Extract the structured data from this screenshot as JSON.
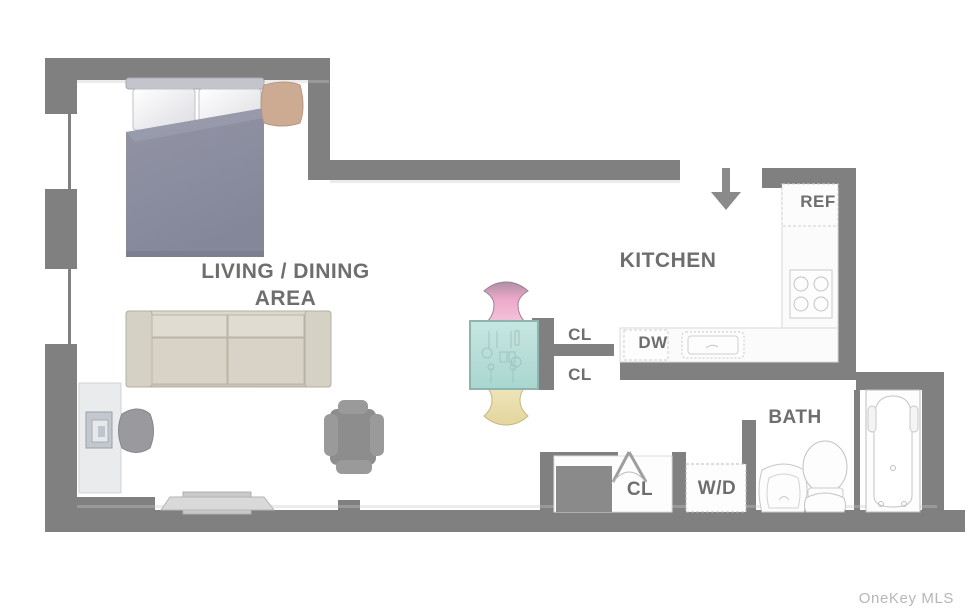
{
  "document": {
    "type": "real-estate-floor-plan",
    "watermark": "OneKey MLS"
  },
  "colors": {
    "wall": "#808080",
    "wall_light": "#9a9a9a",
    "background": "#ffffff",
    "label_text": "#6e6e6e",
    "watermark_text": "#b7b7b7",
    "bed_duvet": "#8a8c9e",
    "bed_frame": "#b9bac4",
    "nightstand": "#cdab93",
    "sofa": "#cfcabc",
    "armchair": "#8f8f8f",
    "table_top": "#b9e0db",
    "chair_pink": "#e8a0c4",
    "chair_cream": "#e8dca8",
    "fixture_outline": "#b5b5b5",
    "tv_console": "#e8eaec"
  },
  "rooms": {
    "living_dining": {
      "label_line1": "LIVING / DINING",
      "label_line2": "AREA"
    },
    "kitchen": {
      "label": "KITCHEN"
    },
    "bath": {
      "label": "BATH"
    }
  },
  "appliances": {
    "refrigerator": "REF",
    "dishwasher": "DW",
    "washer_dryer": "W/D"
  },
  "closets": [
    {
      "label": "CL",
      "location": "upper-hall-north"
    },
    {
      "label": "CL",
      "location": "upper-hall-south"
    },
    {
      "label": "CL",
      "location": "lower-hall"
    }
  ],
  "markers": {
    "entry_arrow": "down-arrow-entry"
  },
  "furniture": [
    {
      "name": "bed",
      "room": "living_dining"
    },
    {
      "name": "nightstand",
      "room": "living_dining"
    },
    {
      "name": "sofa",
      "room": "living_dining"
    },
    {
      "name": "armchair",
      "room": "living_dining"
    },
    {
      "name": "tv-console",
      "room": "living_dining"
    },
    {
      "name": "ottoman",
      "room": "living_dining"
    },
    {
      "name": "bench",
      "room": "living_dining"
    },
    {
      "name": "dining-table",
      "room": "living_dining"
    },
    {
      "name": "dining-chair-pink",
      "room": "living_dining"
    },
    {
      "name": "dining-chair-cream",
      "room": "living_dining"
    }
  ],
  "fixtures": [
    {
      "name": "range-stove",
      "room": "kitchen"
    },
    {
      "name": "kitchen-sink",
      "room": "kitchen"
    },
    {
      "name": "bath-sink",
      "room": "bath"
    },
    {
      "name": "toilet",
      "room": "bath"
    },
    {
      "name": "bathtub",
      "room": "bath"
    }
  ],
  "windows": [
    {
      "wall": "left",
      "index": 1
    },
    {
      "wall": "left",
      "index": 2
    }
  ]
}
